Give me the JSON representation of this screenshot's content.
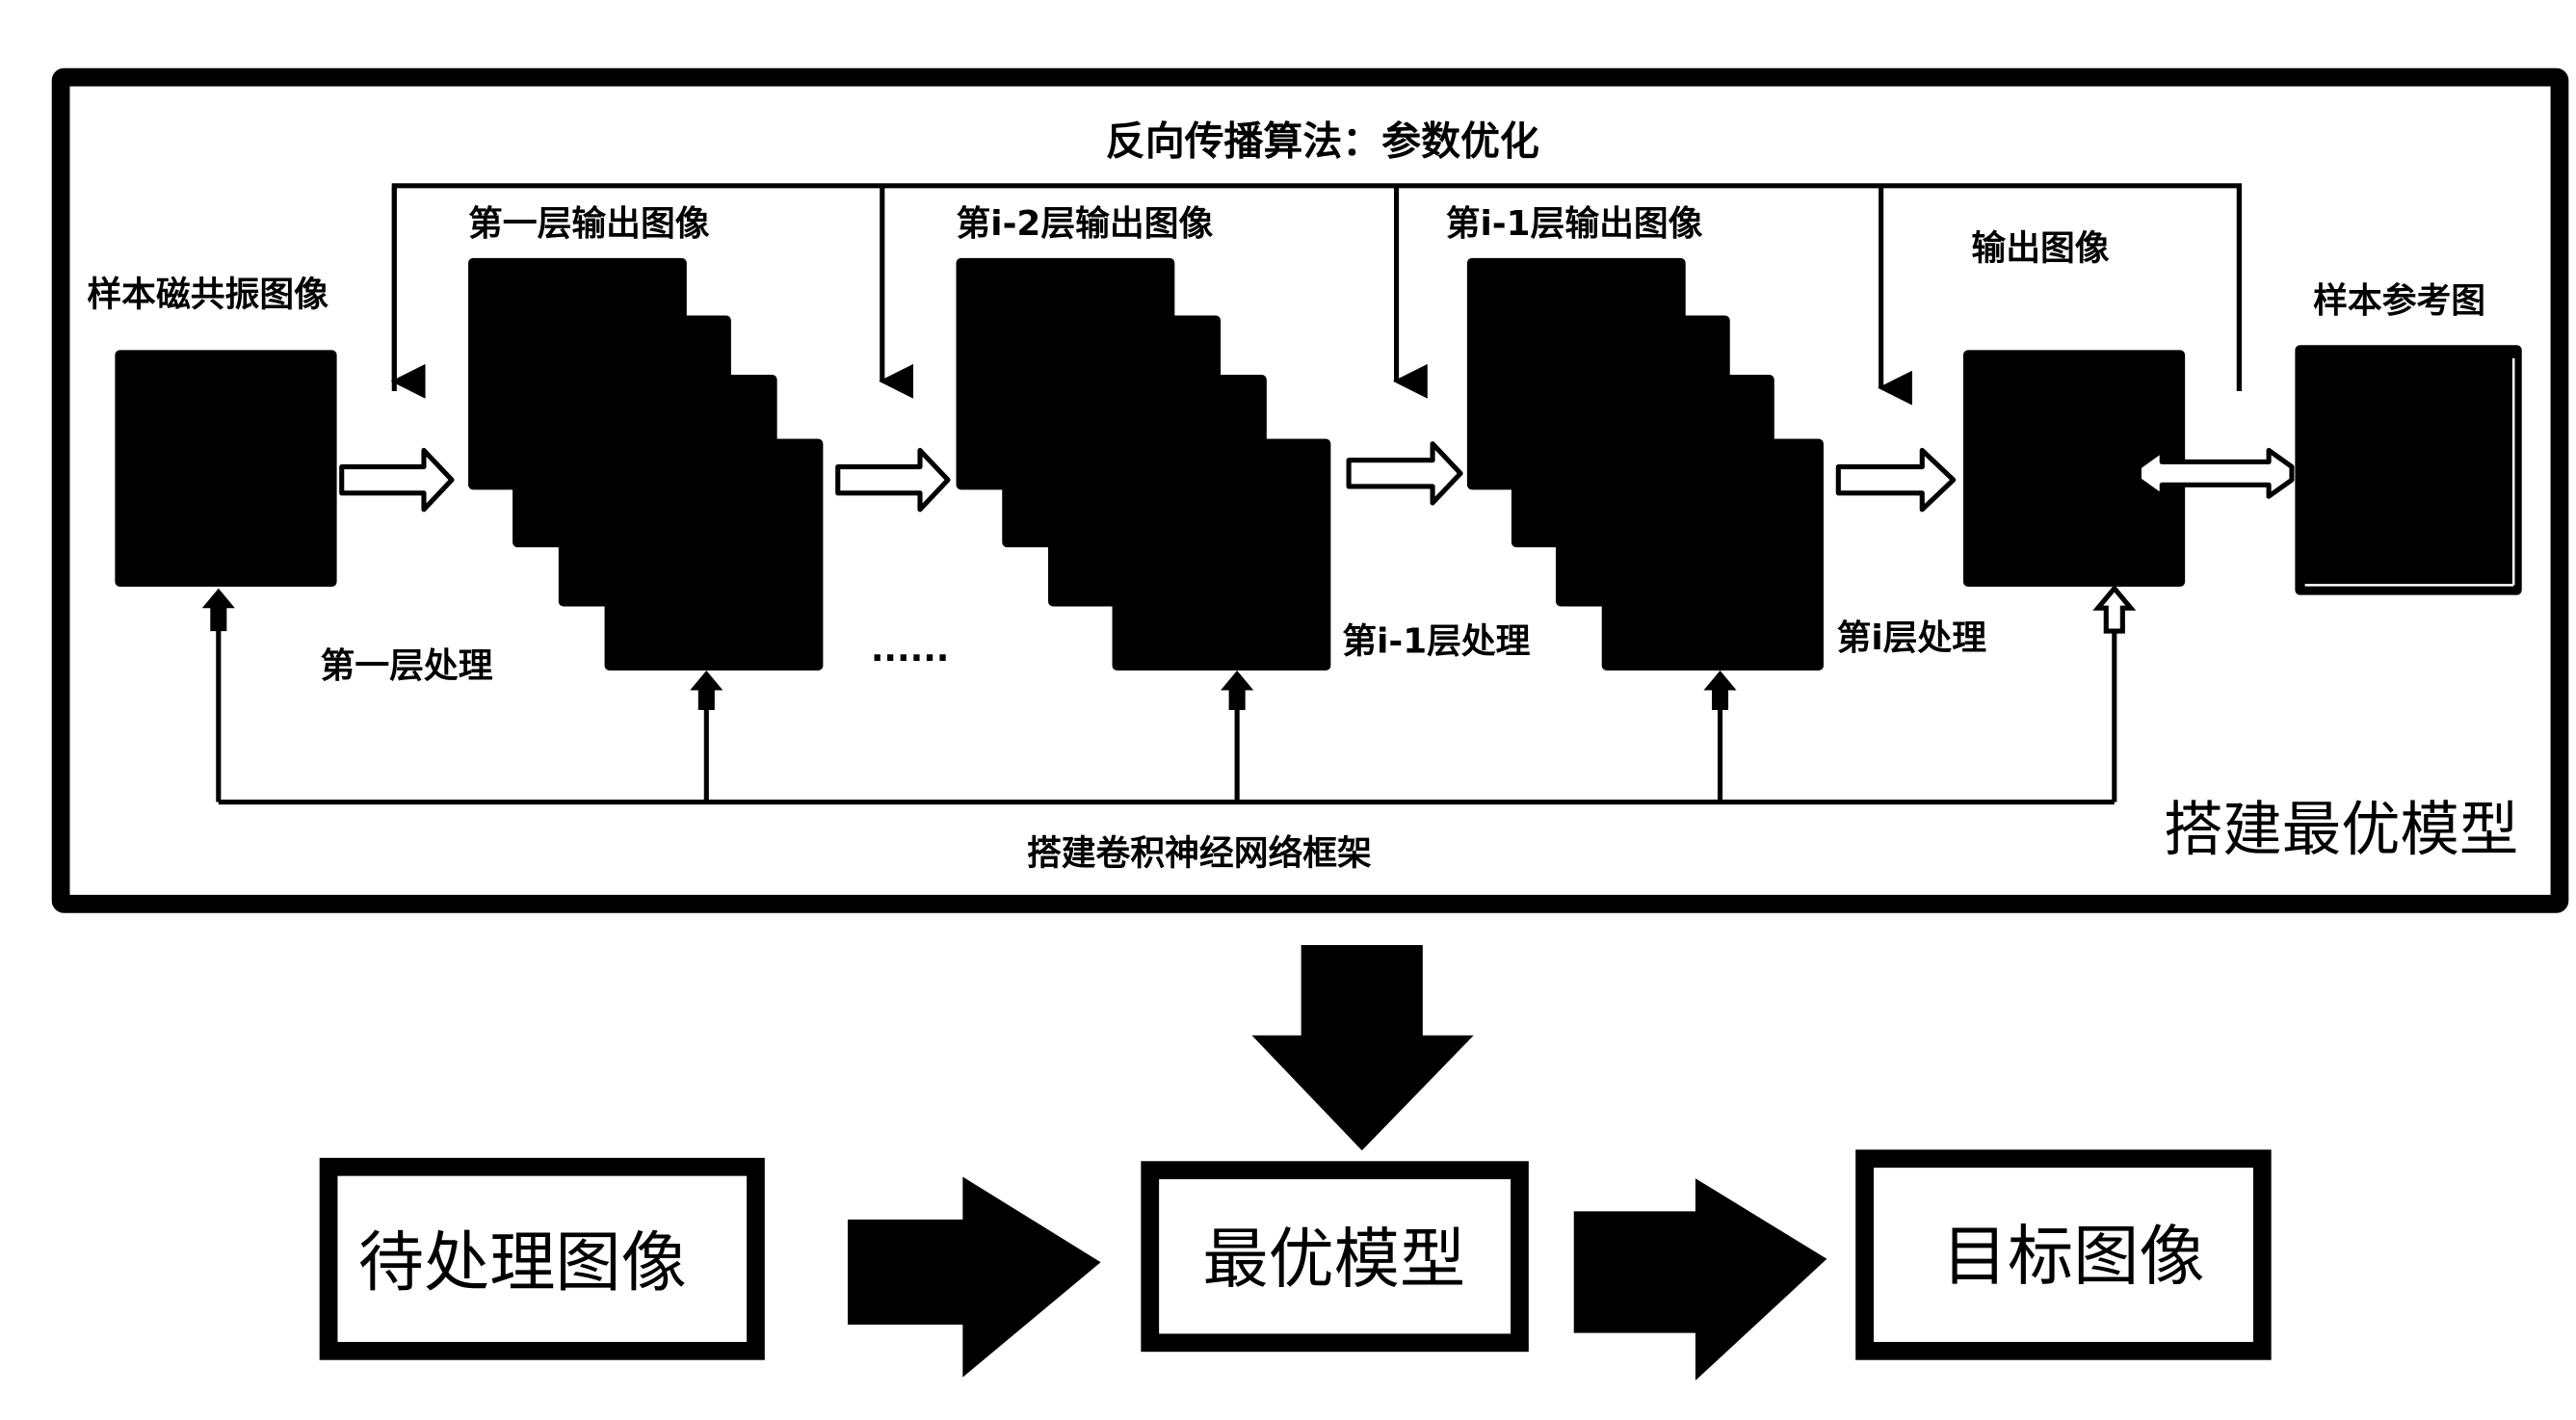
{
  "colors": {
    "ink": "#000000",
    "paper": "#ffffff"
  },
  "training_panel": {
    "title": "搭建最优模型",
    "backprop_label": "反向传播算法：参数优化",
    "framework_label": "搭建卷积神经网络框架",
    "input_label": "样本磁共振图像",
    "stages": [
      {
        "output_label": "第一层输出图像",
        "process_label": "第一层处理"
      },
      {
        "output_label": "第i-2层输出图像",
        "process_label": "......"
      },
      {
        "output_label": "第i-1层输出图像",
        "process_label": "第i-1层处理"
      }
    ],
    "final_output_label": "输出图像",
    "final_process_label": "第i层处理",
    "reference_label": "样本参考图"
  },
  "inference_flow": {
    "input_box": "待处理图像",
    "model_box": "最优模型",
    "output_box": "目标图像"
  }
}
